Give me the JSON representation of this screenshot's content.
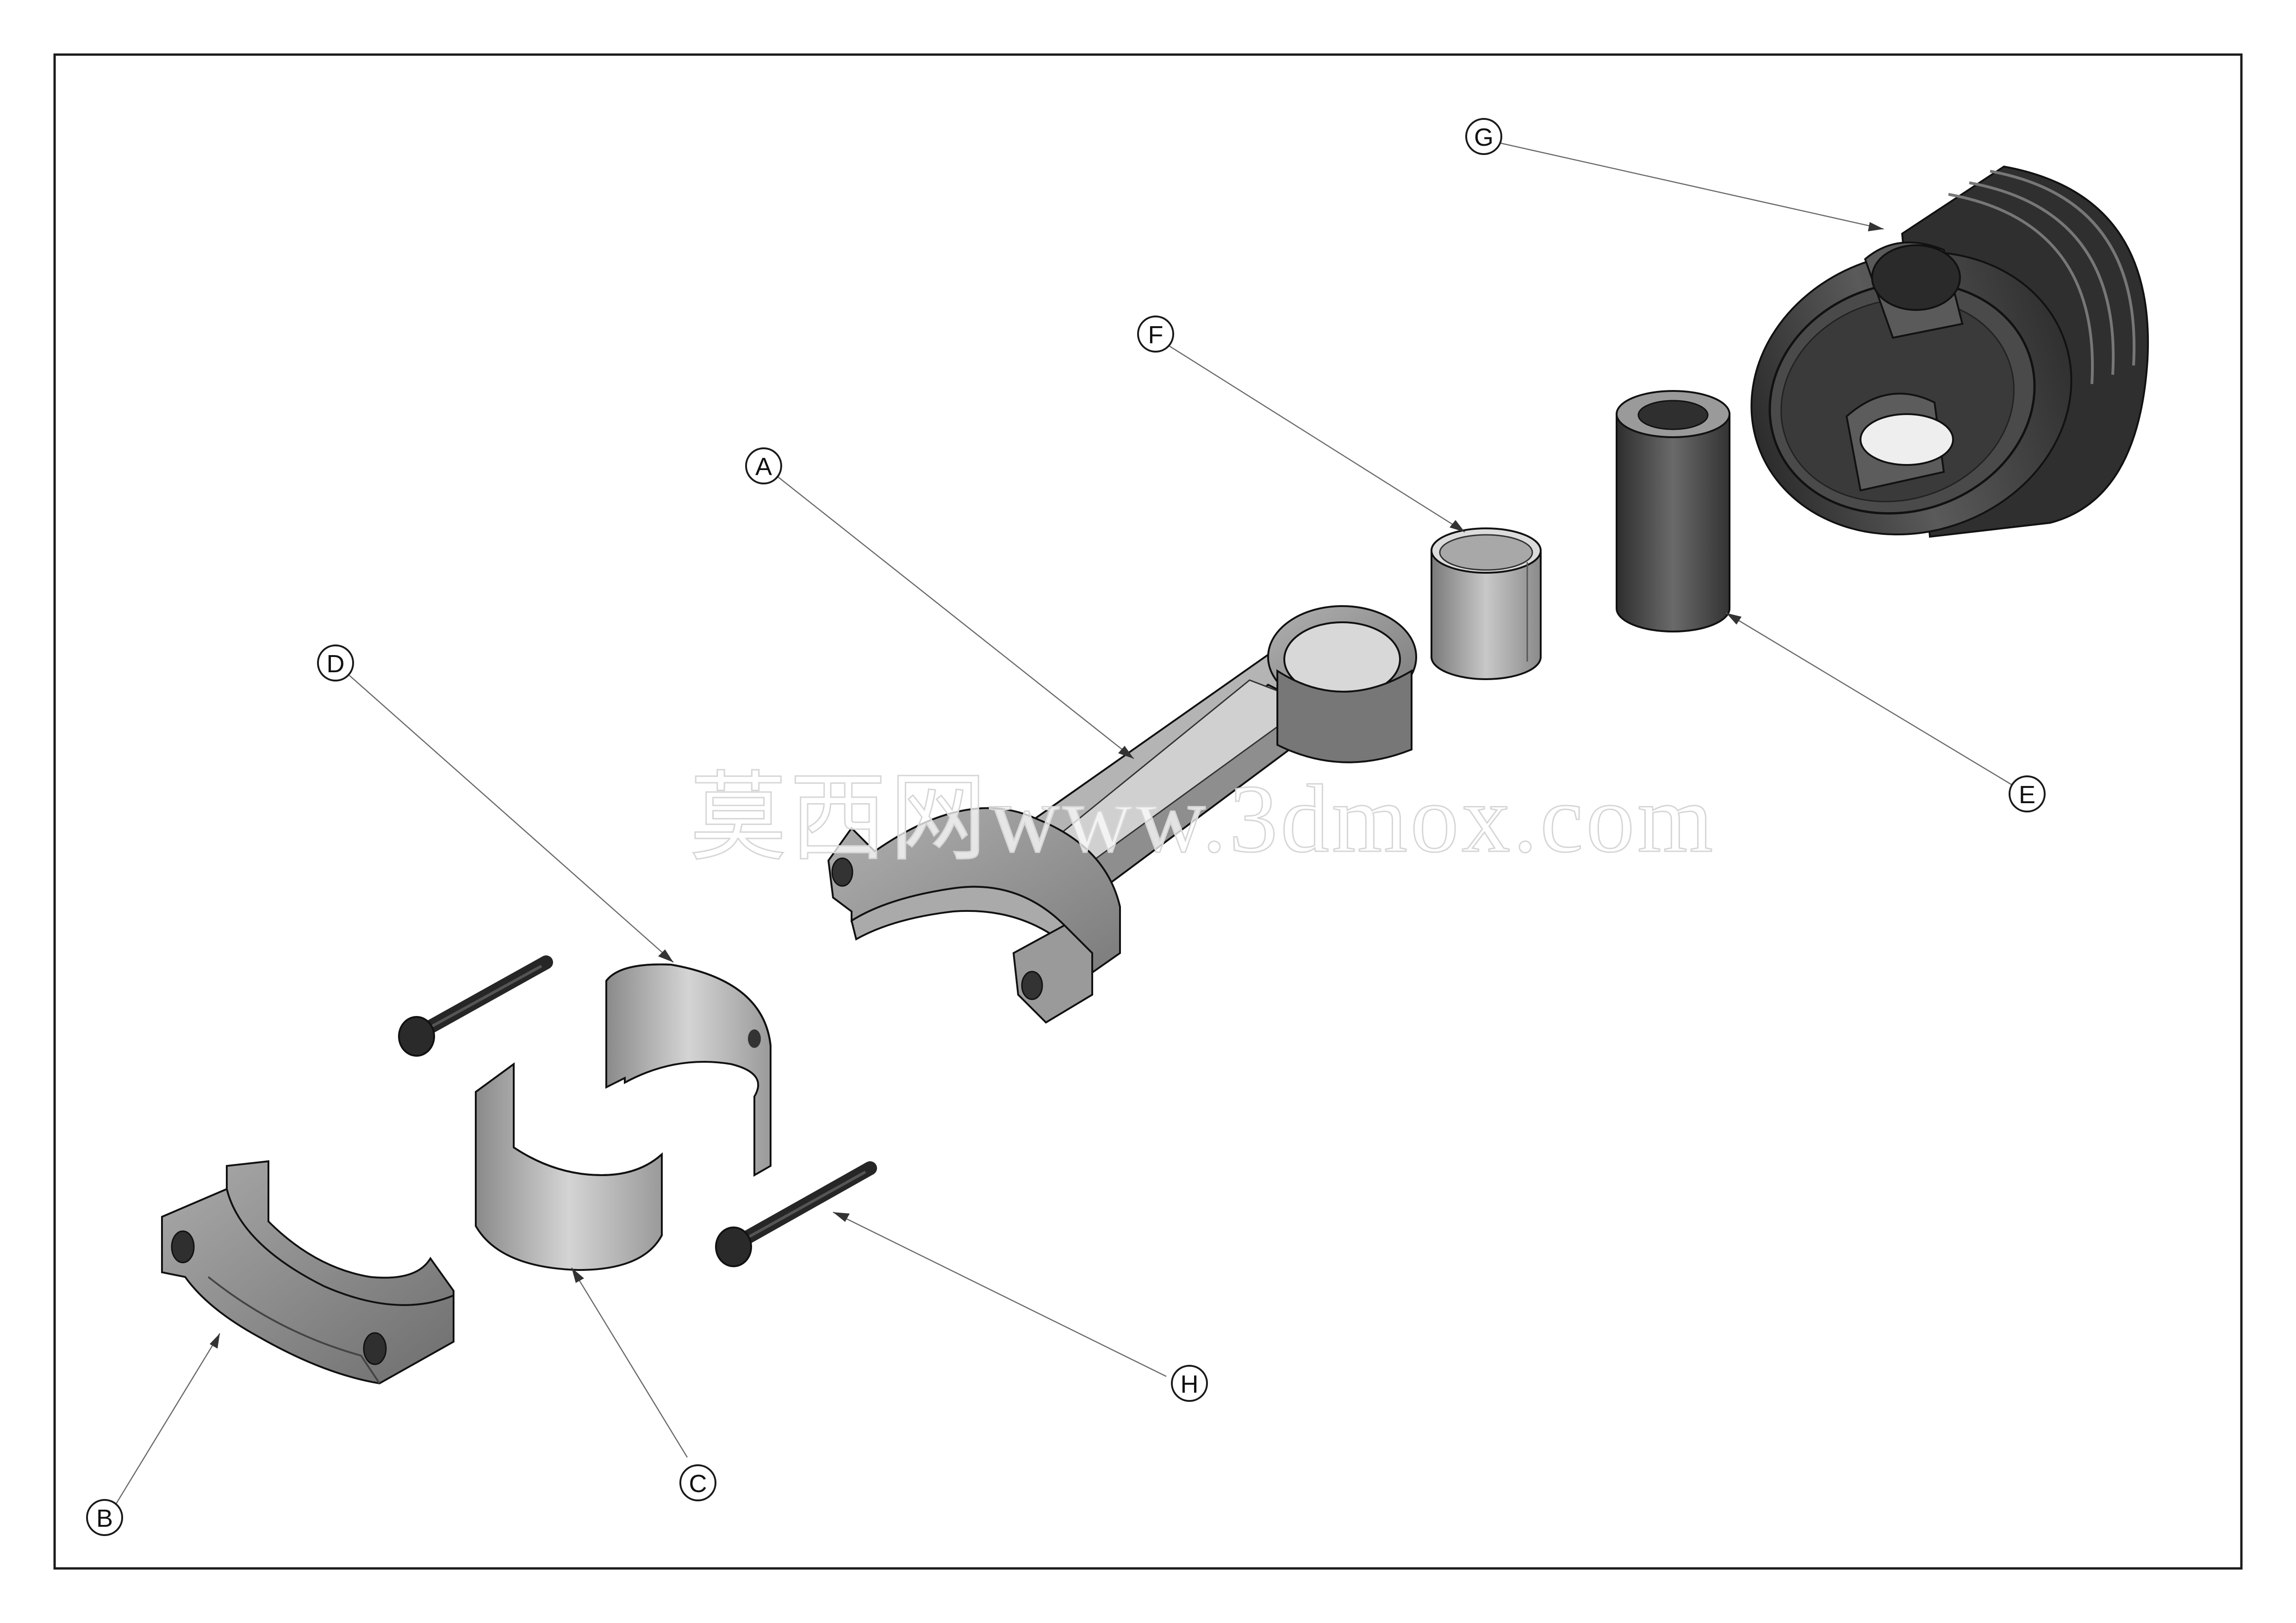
{
  "drawing": {
    "callouts": [
      {
        "id": "A",
        "label": "A"
      },
      {
        "id": "B",
        "label": "B"
      },
      {
        "id": "C",
        "label": "C"
      },
      {
        "id": "D",
        "label": "D"
      },
      {
        "id": "E",
        "label": "E"
      },
      {
        "id": "F",
        "label": "F"
      },
      {
        "id": "G",
        "label": "G"
      },
      {
        "id": "H",
        "label": "H"
      }
    ],
    "watermark": "莫西网www.3dmox.com"
  },
  "colors": {
    "frame": "#1a1a1a",
    "part_dark": "#3e3e3e",
    "part_mid": "#8c8c8c",
    "part_light": "#c4c4c4",
    "leader": "#6a6a6a"
  }
}
